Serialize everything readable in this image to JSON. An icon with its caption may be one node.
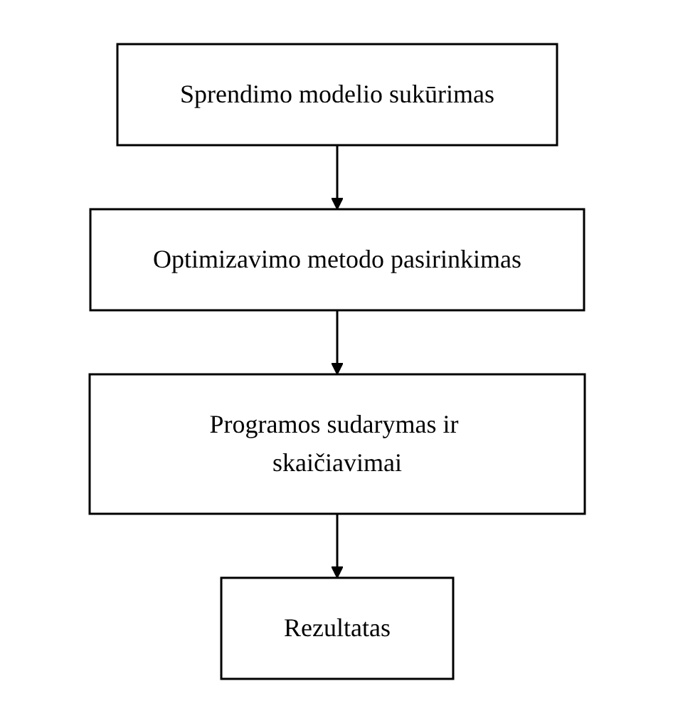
{
  "diagram": {
    "nodes": [
      {
        "text": [
          "Sprendimo modelio sukūrimas"
        ]
      },
      {
        "text": [
          "Optimizavimo metodo pasirinkimas"
        ]
      },
      {
        "text": [
          "Programos sudarymas ir skaičiavimai"
        ]
      },
      {
        "text": [
          "Rezultatas"
        ]
      }
    ],
    "edges": [
      {
        "from": 0,
        "to": 1,
        "arrow": "to"
      },
      {
        "from": 1,
        "to": 2,
        "arrow": "to"
      },
      {
        "from": 2,
        "to": 3,
        "arrow": "to"
      }
    ]
  }
}
